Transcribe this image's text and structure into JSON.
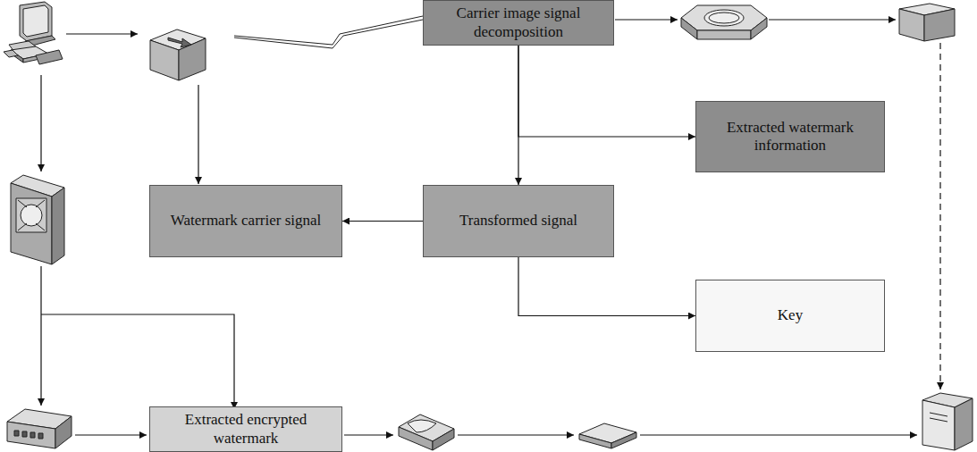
{
  "diagram": {
    "nodes": [
      {
        "text": [
          "Carrier image signal decomposition"
        ]
      },
      {
        "text": [
          "Extracted watermark information"
        ]
      },
      {
        "text": [
          "Watermark carrier signal"
        ]
      },
      {
        "text": [
          "Transformed signal"
        ]
      },
      {
        "text": [
          "Key"
        ]
      },
      {
        "text": [
          "Extracted encrypted watermark"
        ]
      }
    ],
    "edges": [
      {
        "from": 0,
        "to": 3,
        "arrow": "to"
      },
      {
        "from": 0,
        "to": 1,
        "arrow": "to"
      },
      {
        "from": 3,
        "to": 2,
        "arrow": "to"
      },
      {
        "from": 3,
        "to": 4,
        "arrow": "to"
      }
    ]
  }
}
